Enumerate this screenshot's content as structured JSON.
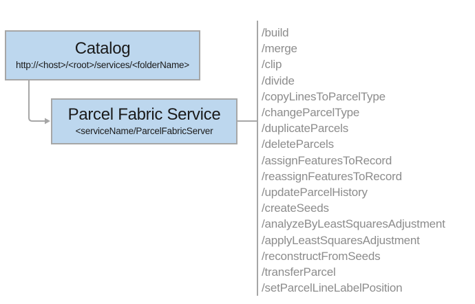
{
  "catalog_box": {
    "title": "Catalog",
    "subtitle": "http://<host>/<root>/services/<folderName>"
  },
  "service_box": {
    "title": "Parcel Fabric Service",
    "subtitle": "<serviceName/ParcelFabricServer"
  },
  "endpoints": [
    "/build",
    "/merge",
    "/clip",
    "/divide",
    "/copyLinesToParcelType",
    "/changeParcelType",
    "/duplicateParcels",
    "/deleteParcels",
    "/assignFeaturesToRecord",
    "/reassignFeaturesToRecord",
    "/updateParcelHistory",
    "/createSeeds",
    "/analyzeByLeastSquaresAdjustment",
    "/applyLeastSquaresAdjustment",
    "/reconstructFromSeeds",
    "/transferParcel",
    "/setParcelLineLabelPosition"
  ],
  "colors": {
    "box_fill": "#BDD7EE",
    "box_border": "#A6A6A6",
    "connector": "#A6A6A6",
    "endpoint_text": "#8C8C8C",
    "title_text": "#1A1A1A"
  }
}
